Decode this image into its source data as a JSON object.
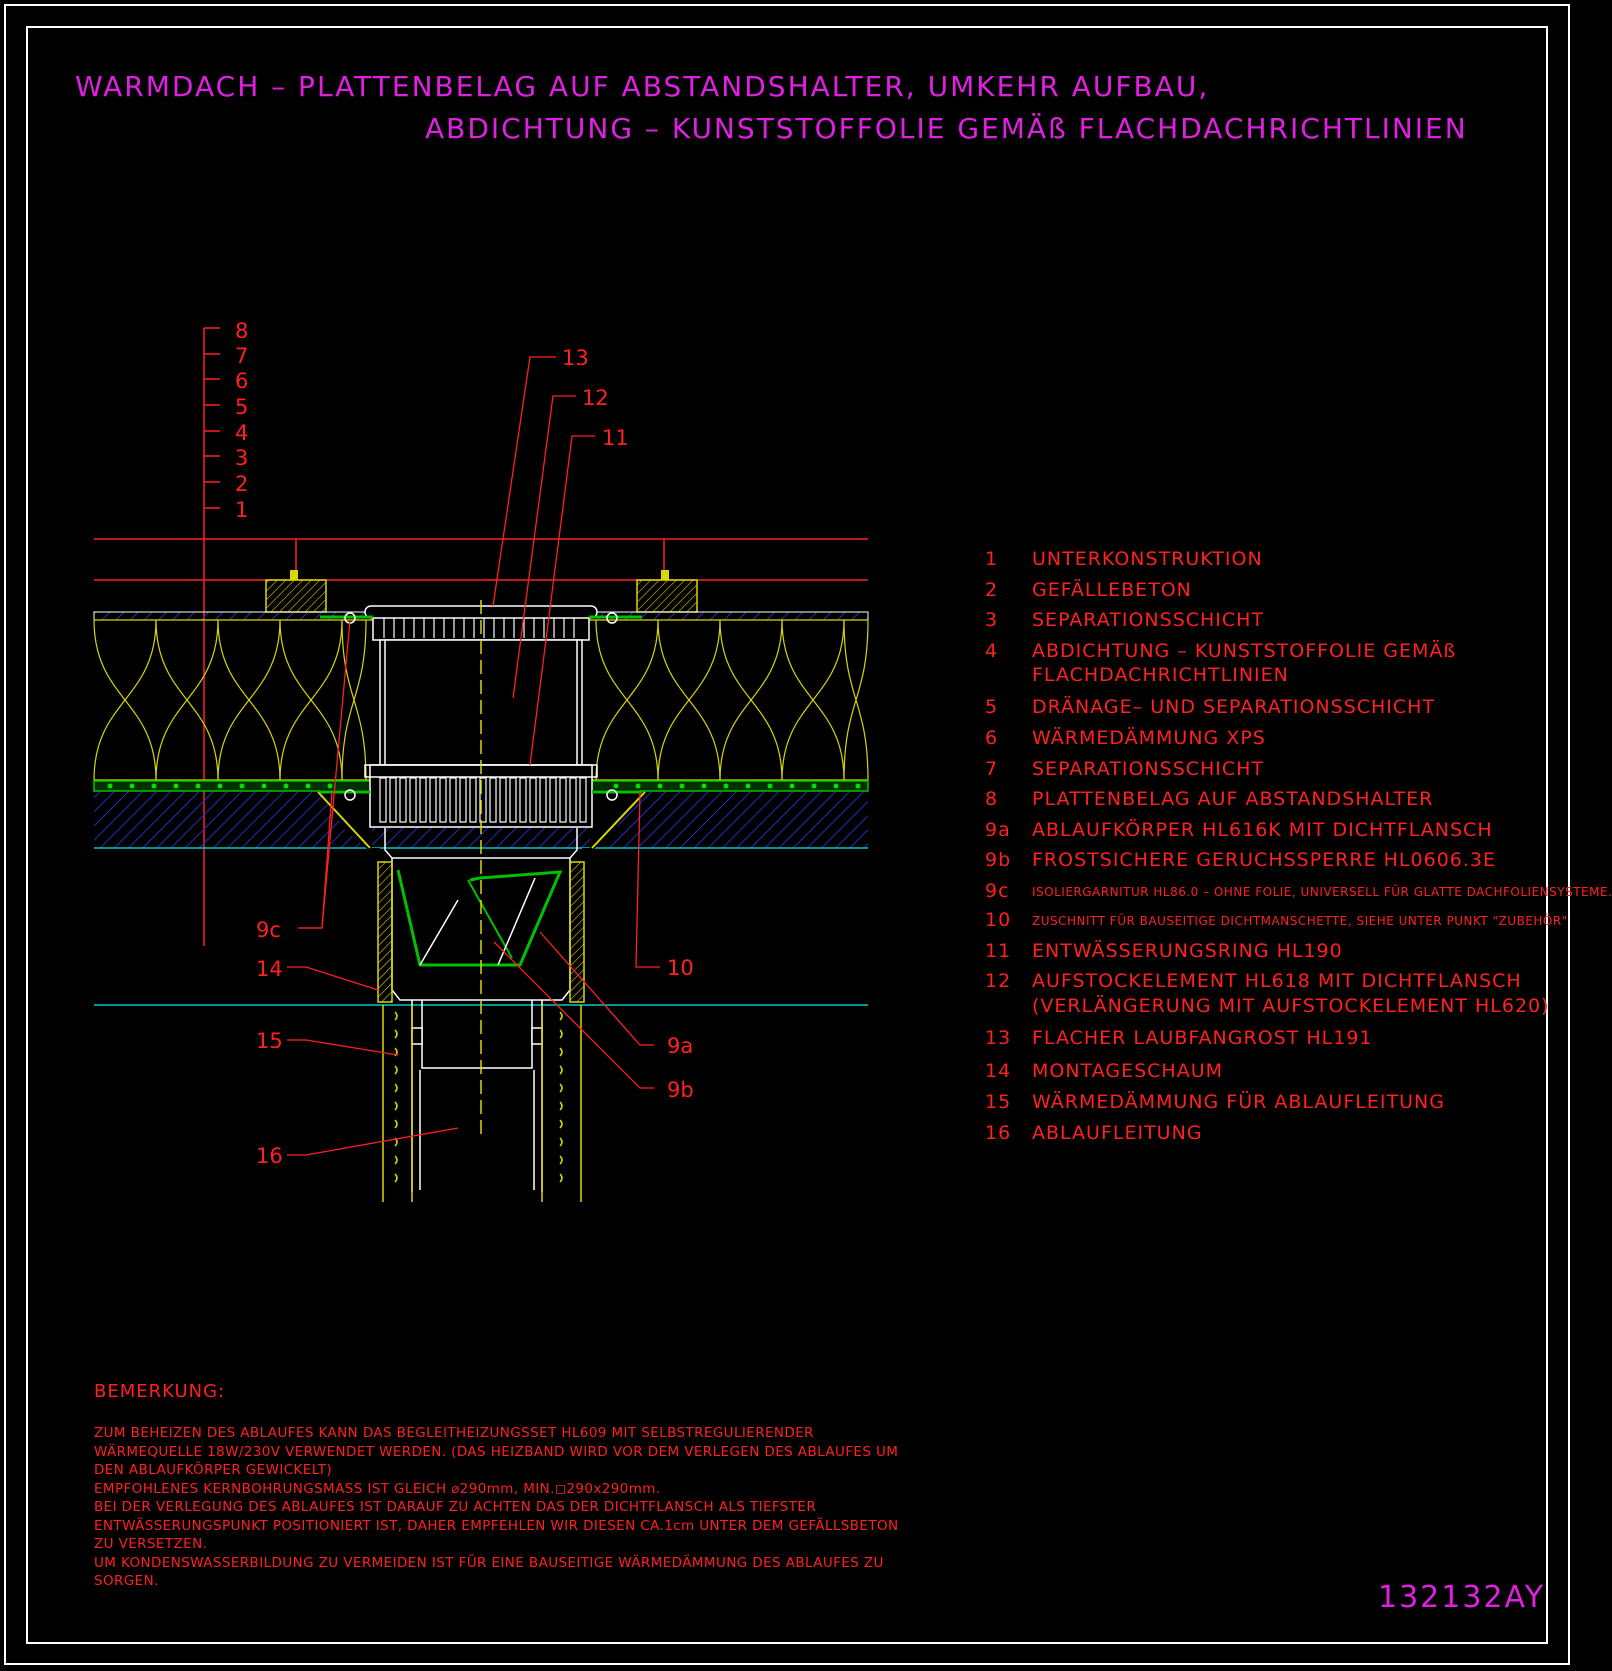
{
  "title": {
    "line1": "WARMDACH – PLATTENBELAG AUF ABSTANDSHALTER, UMKEHR AUFBAU,",
    "line2": "ABDICHTUNG – KUNSTSTOFFOLIE GEMÄß FLACHDACHRICHTLINIEN"
  },
  "layer_markers": [
    "8",
    "7",
    "6",
    "5",
    "4",
    "3",
    "2",
    "1"
  ],
  "callouts": {
    "c13": "13",
    "c12": "12",
    "c11": "11",
    "c9c": "9c",
    "c14": "14",
    "c15": "15",
    "c16": "16",
    "c10": "10",
    "c9a": "9a",
    "c9b": "9b"
  },
  "legend": [
    {
      "num": "1",
      "text": "UNTERKONSTRUKTION"
    },
    {
      "num": "2",
      "text": "GEFÄLLEBETON"
    },
    {
      "num": "3",
      "text": "SEPARATIONSSCHICHT"
    },
    {
      "num": "4",
      "text": "ABDICHTUNG – KUNSTSTOFFOLIE GEMÄß",
      "text2": "FLACHDACHRICHTLINIEN"
    },
    {
      "num": "5",
      "text": "DRÄNAGE– UND SEPARATIONSSCHICHT"
    },
    {
      "num": "6",
      "text": "WÄRMEDÄMMUNG XPS"
    },
    {
      "num": "7",
      "text": "SEPARATIONSSCHICHT"
    },
    {
      "num": "8",
      "text": "PLATTENBELAG AUF ABSTANDSHALTER"
    },
    {
      "num": "9a",
      "text": "ABLAUFKÖRPER HL616K MIT DICHTFLANSCH"
    },
    {
      "num": "9b",
      "text": "FROSTSICHERE GERUCHSSPERRE HL0606.3E"
    },
    {
      "num": "9c",
      "text": "ISOLIERGARNITUR HL86.0 – OHNE FOLIE, UNIVERSELL FÜR GLATTE DACHFOLIENSYSTEME.",
      "small": true
    },
    {
      "num": "10",
      "text": "ZUSCHNITT FÜR BAUSEITIGE DICHTMANSCHETTE, SIEHE UNTER PUNKT \"ZUBEHÖR\"",
      "small": true
    },
    {
      "num": "11",
      "text": "ENTWÄSSERUNGSRING HL190"
    },
    {
      "num": "12",
      "text": "AUFSTOCKELEMENT HL618 MIT DICHTFLANSCH",
      "text2": "(VERLÄNGERUNG MIT AUFSTOCKELEMENT HL620)"
    },
    {
      "num": "13",
      "text": "FLACHER LAUBFANGROST HL191"
    },
    {
      "num": "14",
      "text": "MONTAGESCHAUM"
    },
    {
      "num": "15",
      "text": "WÄRMEDÄMMUNG FÜR ABLAUFLEITUNG"
    },
    {
      "num": "16",
      "text": "ABLAUFLEITUNG"
    }
  ],
  "remark": {
    "heading": "BEMERKUNG:",
    "lines": [
      "ZUM BEHEIZEN DES ABLAUFES KANN DAS BEGLEITHEIZUNGSSET HL609 MIT SELBSTREGULIERENDER",
      "WÄRMEQUELLE 18W/230V VERWENDET WERDEN. (DAS HEIZBAND WIRD VOR DEM VERLEGEN DES ABLAUFES UM",
      "DEN ABLAUFKÖRPER GEWICKELT)",
      "EMPFOHLENES KERNBOHRUNGSMASS IST GLEICH ⌀290mm, MIN.◻290x290mm.",
      "BEI DER VERLEGUNG DES ABLAUFES IST DARAUF ZU ACHTEN DAS DER DICHTFLANSCH ALS TIEFSTER",
      "ENTWÄSSERUNGSPUNKT POSITIONIERT IST, DAHER EMPFEHLEN WIR DIESEN CA.1cm UNTER DEM GEFÄLLSBETON",
      "ZU VERSETZEN.",
      "UM KONDENSWASSERBILDUNG ZU VERMEIDEN IST FÜR EINE BAUSEITIGE WÄRMEDÄMMUNG DES ABLAUFES ZU",
      "SORGEN."
    ]
  },
  "drawing_code": "132132AY",
  "colors": {
    "background": "#000000",
    "title": "#e020e0",
    "text": "#ff2020",
    "insulation": "#d8d800",
    "concrete_hatch": "#2030c0",
    "membrane": "#00c000",
    "drain": "#ffffff",
    "separation": "#00c8c8"
  }
}
